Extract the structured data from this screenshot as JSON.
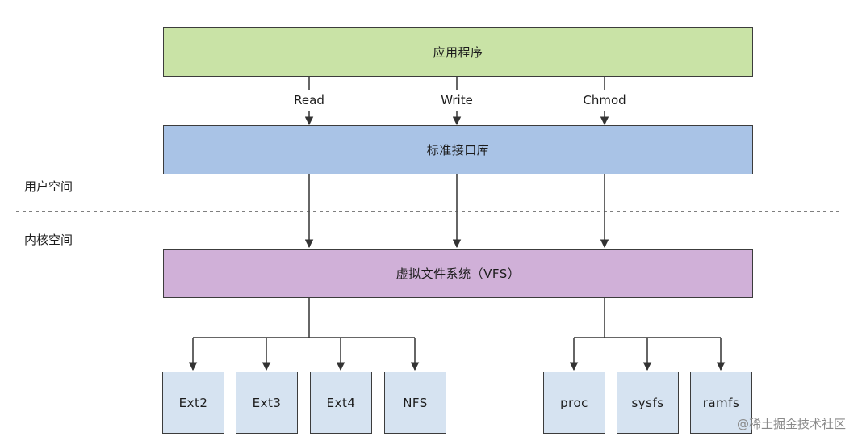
{
  "layers": {
    "app": "应用程序",
    "lib": "标准接口库",
    "vfs": "虚拟文件系统（VFS）"
  },
  "calls": [
    "Read",
    "Write",
    "Chmod"
  ],
  "spaces": {
    "user": "用户空间",
    "kernel": "内核空间"
  },
  "filesystems": {
    "left": [
      "Ext2",
      "Ext3",
      "Ext4",
      "NFS"
    ],
    "right": [
      "proc",
      "sysfs",
      "ramfs"
    ]
  },
  "watermark": "@稀土掘金技术社区"
}
